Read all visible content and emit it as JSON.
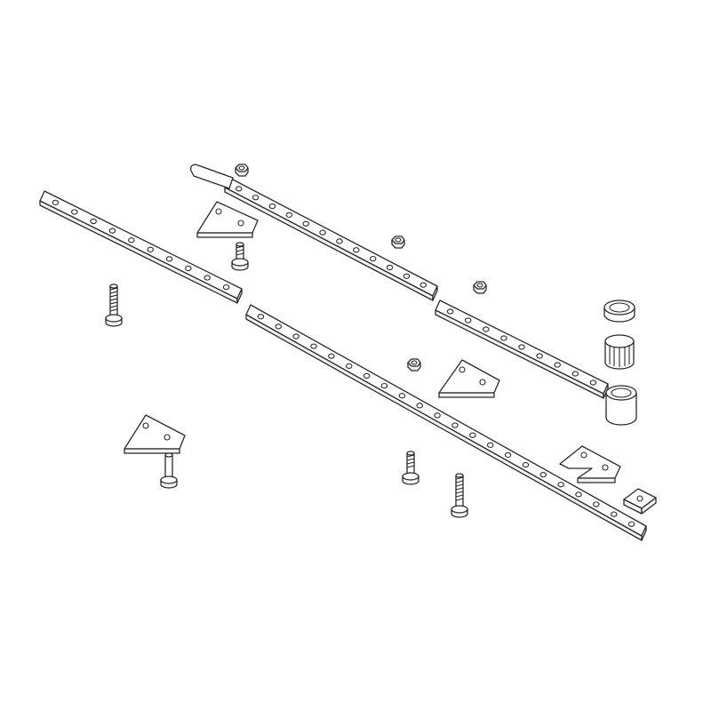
{
  "diagram": {
    "background": "#ffffff",
    "stroke": "#2a2a2a",
    "parts": [
      "long-bar-left",
      "long-bar-main",
      "upper-bar",
      "right-bar-with-tube",
      "triangle-plate",
      "notched-plate",
      "hex-nut",
      "carriage-bolt",
      "pin",
      "washer-ring",
      "bushing",
      "square-nut"
    ]
  }
}
